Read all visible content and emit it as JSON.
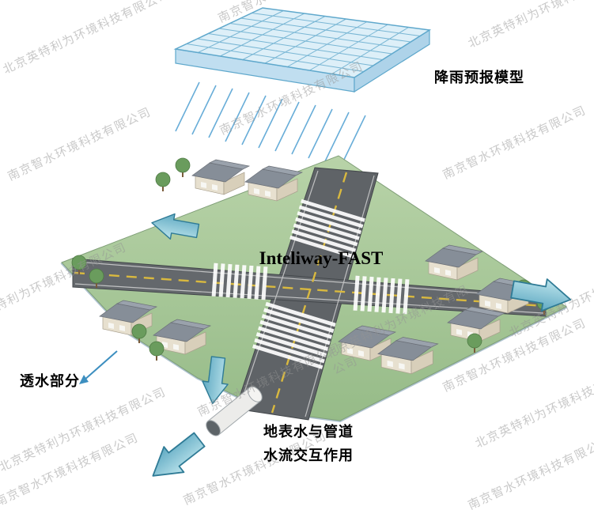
{
  "labels": {
    "rain_model": "降雨预报模型",
    "center_title": "Inteliway-FAST",
    "permeable": "透水部分",
    "interaction_line1": "地表水与管道",
    "interaction_line2": "水流交互作用"
  },
  "watermarks": {
    "beijing": "北京英特利为环境科技有限公司",
    "nanjing": "南京智水环境科技有限公司"
  },
  "colors": {
    "rain_blue": "#4d9fd1",
    "mesh_blue": "#5fa8cc",
    "arrow_teal": "#5fa9c2",
    "grass_green": "#a6c997",
    "road_gray": "#5f6367",
    "lane_yellow": "#d9b93f",
    "watermark_gray": "#949494"
  }
}
